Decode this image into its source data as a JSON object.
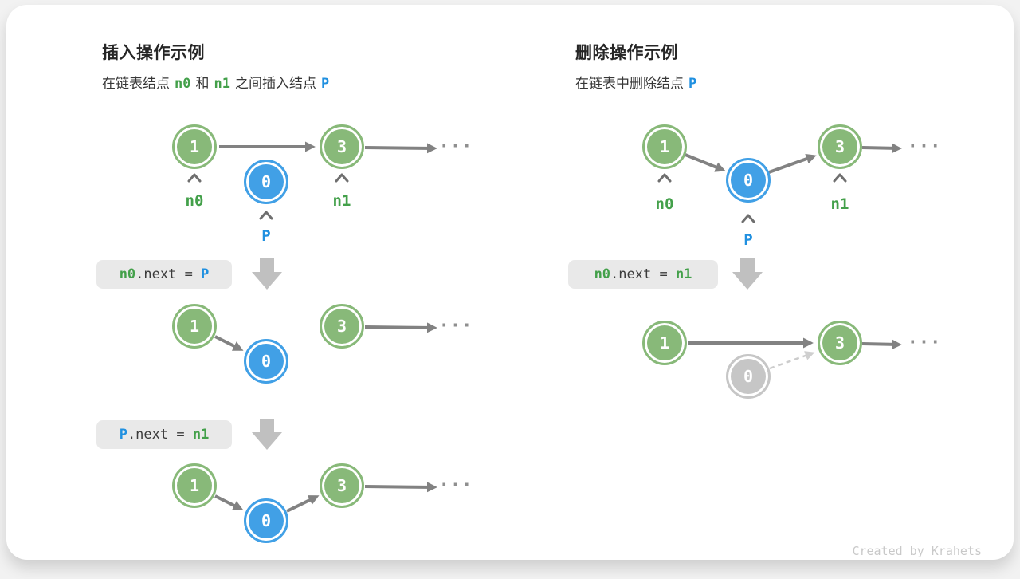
{
  "insert": {
    "title": "插入操作示例",
    "subtitle": {
      "t1": "在链表结点",
      "n0": "n0",
      "t2": "和",
      "n1": "n1",
      "t3": "之间插入结点",
      "p": "P"
    },
    "code1": {
      "lhs": "n0",
      "op": ".next = ",
      "rhs": "P"
    },
    "code2": {
      "lhs": "P",
      "op": ".next = ",
      "rhs": "n1"
    }
  },
  "delete": {
    "title": "删除操作示例",
    "subtitle": {
      "t1": "在链表中删除结点",
      "p": "P"
    },
    "code1": {
      "lhs": "n0",
      "op": ".next = ",
      "rhs": "n1"
    }
  },
  "nodes": {
    "v1": "1",
    "v0": "0",
    "v3": "3"
  },
  "labels": {
    "n0": "n0",
    "p": "P",
    "n1": "n1"
  },
  "ellipsis": "...",
  "footer": "Created by Krahets",
  "colors": {
    "node_green": "#88b979",
    "node_blue": "#41a0e6",
    "node_gray": "#c6c6c6",
    "label_green": "#43a04a",
    "label_blue": "#2090e0",
    "arrow": "#828282",
    "dashed_arrow": "#cccccc",
    "block_arrow": "#c0c0c0",
    "code_bg": "#e9e9e9"
  }
}
